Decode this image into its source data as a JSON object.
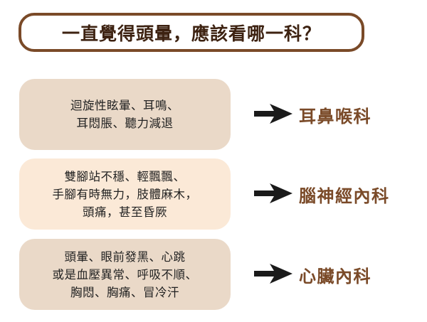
{
  "title": "一直覺得頭暈，應該看哪一科？",
  "rows": [
    {
      "symptoms": [
        "迴旋性眩暈、耳鳴、",
        "耳悶脹、聽力減退"
      ],
      "department": "耳鼻喉科"
    },
    {
      "symptoms": [
        "雙腳站不穩、輕飄飄、",
        "手腳有時無力，肢體麻木，",
        "頭痛，甚至昏厥"
      ],
      "department": "腦神經內科"
    },
    {
      "symptoms": [
        "頭暈、眼前發黑、心跳",
        "或是血壓異常、呼吸不順、",
        "胸悶、胸痛、冒冷汗"
      ],
      "department": "心臟內科"
    }
  ],
  "colors": {
    "title_border": "#7a4a28",
    "title_text": "#3d2211",
    "department_text": "#7a4a28",
    "arrow": "#1a1a1a",
    "box_fill_1": "#ead9c8",
    "box_fill_2": "#fbe9d7",
    "box_fill_3": "#ead9c8"
  },
  "icons": {
    "arrow": "arrow-right-icon"
  }
}
